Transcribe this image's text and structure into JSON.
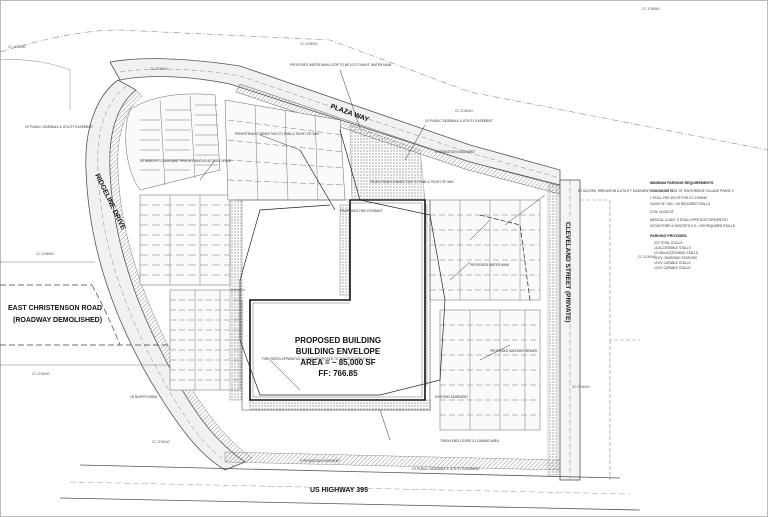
{
  "roads": {
    "plaza_way": "PLAZA WAY",
    "ridgeline_drive": "RIDGELINE DRIVE",
    "cleveland_street": "CLEVELAND STREET (PRIVATE)",
    "christenson_line1": "EAST CHRISTENSON ROAD",
    "christenson_line2": "(ROADWAY DEMOLISHED)",
    "us_highway": "US HIGHWAY 395"
  },
  "building": {
    "line1": "PROPOSED BUILDING",
    "line2": "BUILDING ENVELOPE",
    "line3": "AREA = ~ 85,000 SF",
    "line4": "FF: 766.85"
  },
  "zoning": {
    "cc": "CC ZONING",
    "cc_short": "CC ZONING"
  },
  "notes": {
    "plaza_watermain": "PROPOSED WATER MAIN LOOP TO BE 10\"D THAN 8\" WATER MAIN",
    "sidewalk_easement_top": "10' PUBLIC SIDEWALK & UTILITY EASEMENT",
    "sidewalk_easement_left": "10' PUBLIC SIDEWALK & UTILITY EASEMENT",
    "pedestrian_row": "PEDESTRIAN CONNECTION TO PUBLIC RIGHT-OF-WAY",
    "pedestrian_row2": "PEDESTRIAN CONNECTION TO PUBLIC RIGHT OF WAY",
    "fire_apparatus_left": "20' WIDE IFC COMPLIANT FIRE APPARATUS ACCESS DRIVE",
    "proposed_fire_hydrant": "PROPOSED FIRE HYDRANT",
    "irrigation_easement": "5' IRRIGATION EASEMENT",
    "access_irrigation": "20' ACCESS, IRRIGATION & UTILITY EASEMENT SHOWN ON PLAT OF SOUTHRIDGE VILLAGE PHASE 2",
    "proposed_water_main": "PROPOSED WATER MAIN",
    "fire_access_center": "FIRE-RATED APPARATUS ACCESS PROPOSED TO THIS BUILDING FACE",
    "sidewalk_bottom": "10' PUBLIC SIDEWALK & UTILITY EASEMENT",
    "irrigation_bottom": "5' IRRIGATION EASEMENT",
    "trash_enclosure": "TRASH ENCLOSURE & LOADING AREA",
    "proposed_sanitary": "PROPOSED SANITARY SEWER",
    "existing_easement": "EXISTING EASEMENT",
    "buffer_left": "15' BUFFER AREA"
  },
  "parking_legend": {
    "title": "MINIMUM PARKING REQUIREMENTS",
    "line1": "CCM: 16,000 SF",
    "line2": "1 STALL PER 400 SF FOR CC ZONING",
    "line3": "16,000 SF / 400 = 40 REQUIRED STALLS",
    "line4": "CCM: 16,000 SF",
    "line5": "MEDICAL CLINIC: 5 STALLS PER DOCTOR/DENTIST",
    "line6": "40 DOCTORS & DENTISTS X 5 = 200 REQUIRED STALLS",
    "prov_title": "PARKING PROVIDED:",
    "prov1": "372 TOTAL STALLS",
    "prov2": "14 ACCESSIBLE STALLS",
    "prov3": "10 VAN ACCESSIBLE STALLS",
    "prov4": "10 EV CHARGING STATIONS",
    "prov5": "10 EV CAPABLE STALLS",
    "prov6": "10 EV CAPABLE STALLS"
  }
}
